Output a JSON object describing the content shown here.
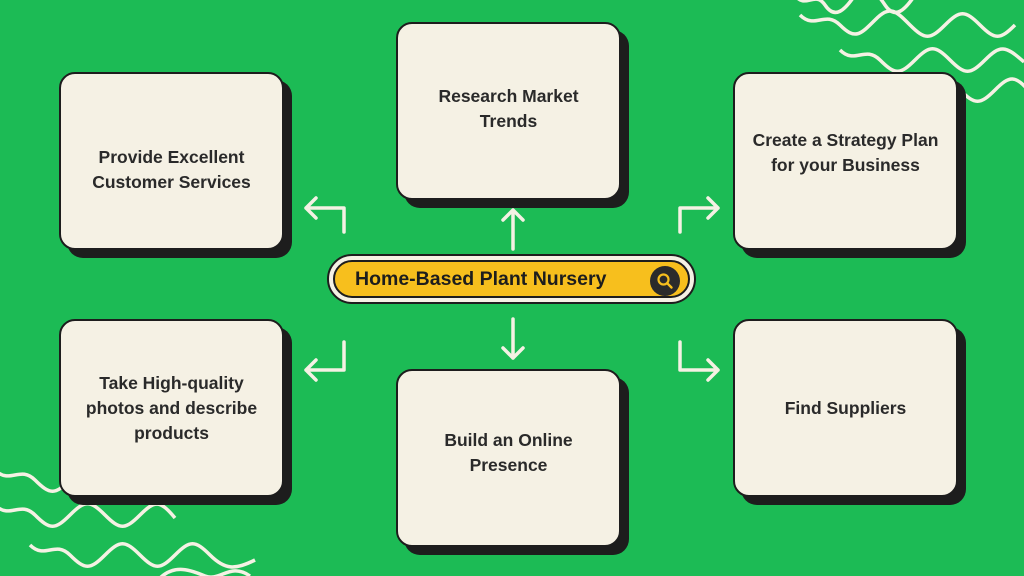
{
  "diagram": {
    "center": {
      "label": "Home-Based Plant Nursery",
      "icon": "search-icon"
    },
    "nodes": [
      {
        "id": "research",
        "label": "Research Market Trends"
      },
      {
        "id": "strategy",
        "label": "Create a Strategy Plan for your Business"
      },
      {
        "id": "customer",
        "label": "Provide Excellent Customer Services"
      },
      {
        "id": "photos",
        "label": "Take High-quality photos and describe products"
      },
      {
        "id": "online",
        "label": "Build an Online Presence"
      },
      {
        "id": "suppliers",
        "label": "Find Suppliers"
      }
    ]
  },
  "colors": {
    "background": "#1cbb55",
    "card": "#f5f1e4",
    "accent": "#f7bf1d",
    "outline": "#1d1d1d"
  }
}
